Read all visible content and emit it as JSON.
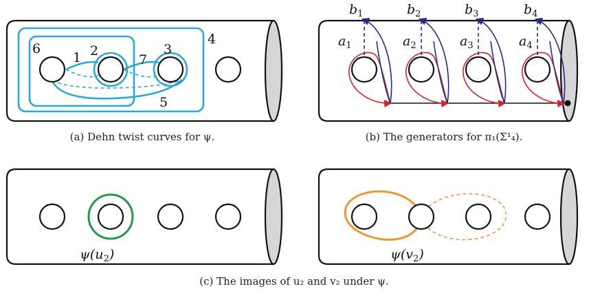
{
  "captions": {
    "a": "(a) Dehn twist curves for ψ.",
    "b": "(b) The generators for π₁(Σ¹₄).",
    "c": "(c) The images of u₂ and v₂ under ψ."
  },
  "panel_a": {
    "curve_numbers": [
      "1",
      "2",
      "3",
      "4",
      "5",
      "6",
      "7"
    ]
  },
  "panel_b": {
    "a_base": "a",
    "b_base": "b",
    "subs": [
      "1",
      "2",
      "3",
      "4"
    ]
  },
  "panel_c": {
    "label_u": "ψ(u",
    "label_v": "ψ(v",
    "label_sub": "2",
    "label_close": ")"
  },
  "colors": {
    "outline": "#111111",
    "twist_curve": "#29a8dc",
    "generator_a": "#e01f26",
    "generator_b": "#1f2a8c",
    "image_u": "#1e9a4a",
    "image_v": "#f0962e",
    "cap_fill": "#d6d6d6"
  }
}
